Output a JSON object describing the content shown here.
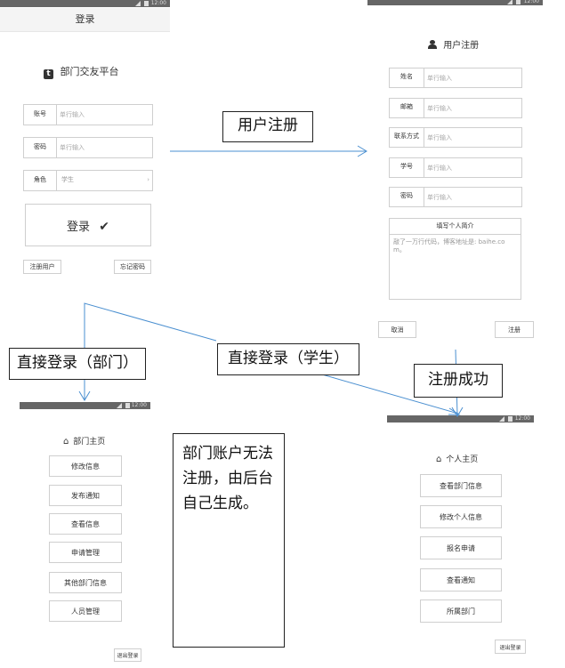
{
  "statusbar": {
    "time": "12:00"
  },
  "login": {
    "title": "登录",
    "platform": "部门交友平台",
    "fields": [
      {
        "label": "账号",
        "placeholder": "单行输入"
      },
      {
        "label": "密码",
        "placeholder": "单行输入"
      }
    ],
    "role": {
      "label": "角色",
      "value": "学生"
    },
    "login_button": "登录",
    "register_link": "注册用户",
    "forgot_link": "忘记密码"
  },
  "register": {
    "title": "用户注册",
    "fields": [
      {
        "label": "姓名",
        "placeholder": "单行输入"
      },
      {
        "label": "邮箱",
        "placeholder": "单行输入"
      },
      {
        "label": "联系方式",
        "placeholder": "单行输入"
      },
      {
        "label": "学号",
        "placeholder": "单行输入"
      },
      {
        "label": "密码",
        "placeholder": "单行输入"
      }
    ],
    "bio_header": "填写个人简介",
    "bio_text": "敲了一万行代码，博客地址是: baihe.com。",
    "cancel": "取消",
    "submit": "注册"
  },
  "dept_home": {
    "title": "部门主页",
    "items": [
      "修改信息",
      "发布通知",
      "查看信息",
      "申请管理",
      "其他部门信息",
      "人员管理"
    ],
    "logout": "退出登录"
  },
  "personal_home": {
    "title": "个人主页",
    "items": [
      "查看部门信息",
      "修改个人信息",
      "报名申请",
      "查看通知",
      "所属部门"
    ],
    "logout": "退出登录"
  },
  "annotations": {
    "register": "用户注册",
    "login_dept": "直接登录（部门）",
    "login_student": "直接登录（学生）",
    "register_success": "注册成功",
    "note": "部门账户无法注册，由后台自己生成。"
  },
  "colors": {
    "arrow": "#4a8fd0",
    "statusbar": "#666666"
  },
  "icons": {
    "platform": "tumblr-icon",
    "register": "user-icon",
    "home": "home-icon",
    "login": "checkmark-icon",
    "role": "chevron-right-icon"
  }
}
